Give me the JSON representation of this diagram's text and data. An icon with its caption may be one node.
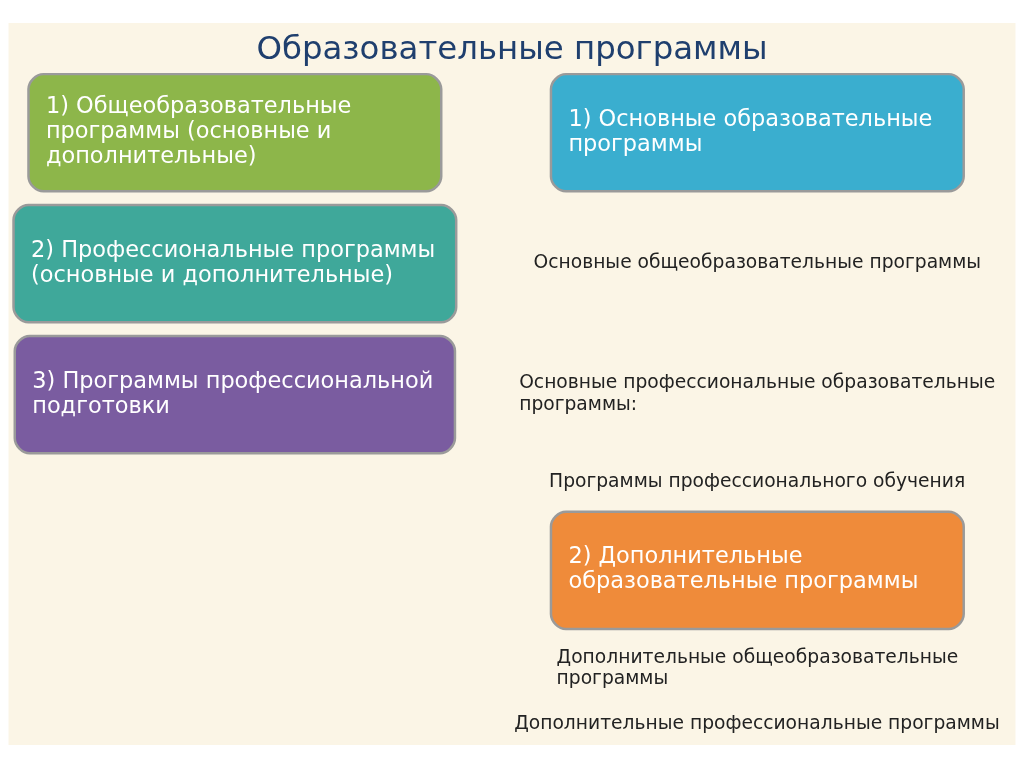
{
  "diagram": {
    "title": "Образовательные программы",
    "nodes": [
      {
        "text": [
          "1) Общеобразовательные программы (основные и дополнительные)"
        ]
      },
      {
        "text": [
          "2) Профессиональные программы (основные и дополнительные)"
        ]
      },
      {
        "text": [
          "3) Программы профессиональной подготовки"
        ]
      },
      {
        "text": [
          "1) Основные образовательные программы"
        ]
      },
      {
        "text": [
          "2) Дополнительные образовательные программы"
        ]
      }
    ],
    "edges": [],
    "labels": [
      "Основные общеобразовательные программы",
      "Основные профессиональные образовательные программы:",
      "Программы профессионального обучения",
      "Дополнительные общеобразовательные программы",
      "Дополнительные профессиональные программы"
    ]
  }
}
